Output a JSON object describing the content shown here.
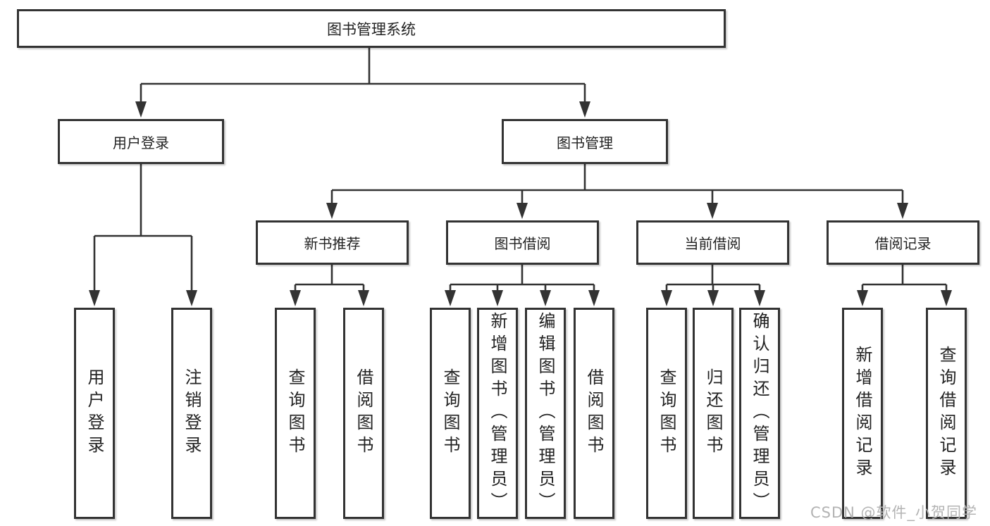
{
  "diagram": {
    "root": "图书管理系统",
    "level2": {
      "user_login": "用户登录",
      "book_mgmt": "图书管理"
    },
    "level3": {
      "new_books": "新书推荐",
      "borrow": "图书借阅",
      "current": "当前借阅",
      "records": "借阅记录"
    },
    "leaves": {
      "a1": "用户登录",
      "a2": "注销登录",
      "b1": "查询图书",
      "b2": "借阅图书",
      "c1": "查询图书",
      "c2": "新增图书（管理员）",
      "c3": "编辑图书（管理员）",
      "c4": "借阅图书",
      "d1": "查询图书",
      "d2": "归还图书",
      "d3": "确认归还（管理员）",
      "e1": "新增借阅记录",
      "e2": "查询借阅记录"
    }
  },
  "watermark": "CSDN @软件_小贺同学",
  "colors": {
    "line_color": "#333333",
    "box_bg": "#ffffff",
    "text_color": "#222222",
    "watermark_color": "#b3b3b3"
  }
}
